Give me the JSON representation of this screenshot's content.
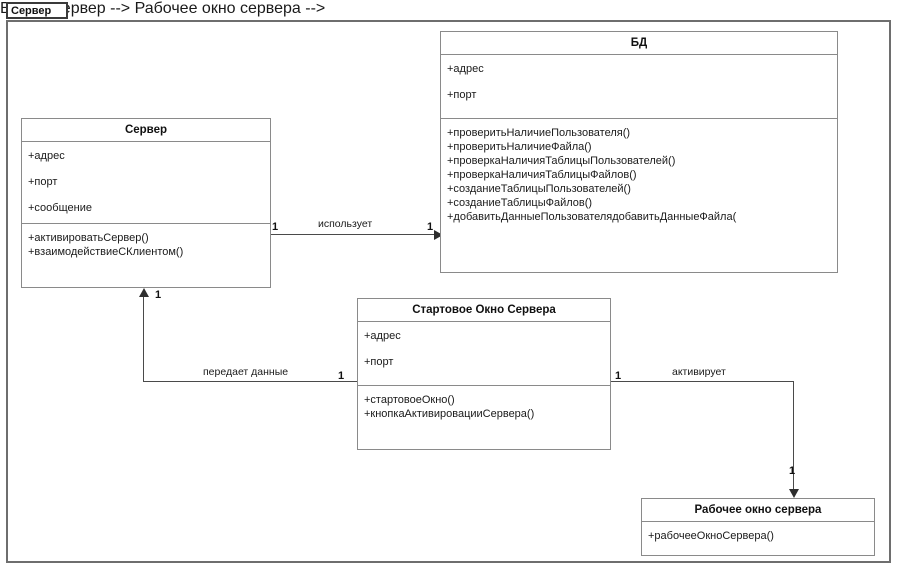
{
  "diagram": {
    "frame_label": "Сервер",
    "classes": [
      {
        "id": "bd",
        "name": "БД",
        "attributes": [
          "+адрес",
          "+порт"
        ],
        "operations": [
          "+проверитьНаличиеПользователя()",
          "+проверитьНаличиеФайла()",
          "+проверкаНаличияТаблицыПользователей()",
          "+проверкаНаличияТаблицыФайлов()",
          "+созданиеТаблицыПользователей()",
          "+созданиеТаблицыФайлов()",
          "+добавитьДанныеПользователядобавитьДанныеФайла("
        ]
      },
      {
        "id": "server",
        "name": "Сервер",
        "attributes": [
          "+адрес",
          "+порт",
          "+сообщение"
        ],
        "operations": [
          "+активироватьСервер()",
          "+взаимодействиеСКлиентом()"
        ]
      },
      {
        "id": "startwin",
        "name": "Стартовое Окно Сервера",
        "attributes": [
          "+адрес",
          "+порт"
        ],
        "operations": [
          "+стартовоеОкно()",
          "+кнопкаАктивировацииСервера()"
        ]
      },
      {
        "id": "workwin",
        "name": "Рабочее окно сервера",
        "attributes": [],
        "operations": [
          "+рабочееОкноСервера()"
        ]
      }
    ],
    "associations": [
      {
        "id": "uses",
        "label": "использует",
        "source": "server",
        "target": "bd",
        "source_multiplicity": "1",
        "target_multiplicity": "1"
      },
      {
        "id": "transfers",
        "label": "передает данные",
        "source": "startwin",
        "target": "server",
        "source_multiplicity": "1",
        "target_multiplicity": "1"
      },
      {
        "id": "activates",
        "label": "активирует",
        "source": "startwin",
        "target": "workwin",
        "source_multiplicity": "1",
        "target_multiplicity": "1"
      }
    ]
  },
  "colors": {
    "box_border": "#8a8a8a",
    "frame_border": "#6e6e6e",
    "line": "#4a4a4a",
    "text": "#1a1a1a",
    "background": "#ffffff"
  }
}
